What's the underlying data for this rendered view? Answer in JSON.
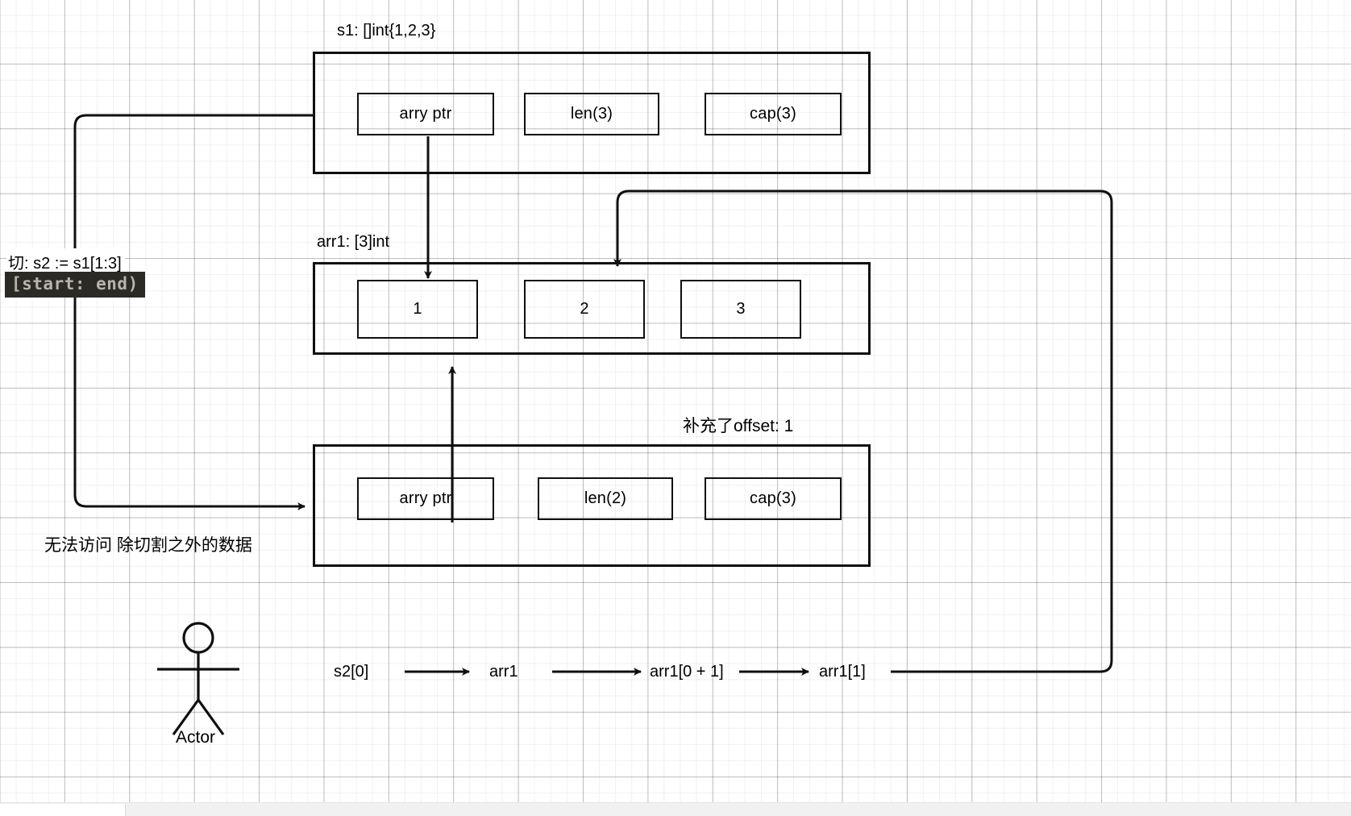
{
  "diagram": {
    "title_labels": {
      "s1": "s1: []int{1,2,3}",
      "arr1": "arr1: [3]int",
      "offset_note": "补充了offset: 1"
    },
    "slice_note": {
      "line1": "切:  s2 := s1[1:3]",
      "line2": "[start: end)"
    },
    "access_note": "无法访问 除切割之外的数据",
    "s1_struct": {
      "name": "s1",
      "fields": [
        {
          "label": "arry ptr",
          "name": "arry-ptr"
        },
        {
          "label": "len(3)",
          "name": "len"
        },
        {
          "label": "cap(3)",
          "name": "cap"
        }
      ]
    },
    "arr1_array": {
      "name": "arr1",
      "elements": [
        {
          "label": "1",
          "index": "0"
        },
        {
          "label": "2",
          "index": "1"
        },
        {
          "label": "3",
          "index": "2"
        }
      ]
    },
    "s2_struct": {
      "name": "s2",
      "fields": [
        {
          "label": "arry ptr",
          "name": "arry-ptr"
        },
        {
          "label": "len(2)",
          "name": "len"
        },
        {
          "label": "cap(3)",
          "name": "cap"
        }
      ]
    },
    "deref_chain": [
      "s2[0]",
      "arr1",
      "arr1[0 + 1]",
      "arr1[1]"
    ],
    "actor": {
      "label": "Actor"
    },
    "colors": {
      "stroke": "#0f0f0f",
      "text": "#000000",
      "chip_background": "#2b2a26",
      "chip_text": "#b8b4ab",
      "grid_minor": "#f0f0f0",
      "grid_major": "#c8c8c8",
      "canvas": "#ffffff"
    }
  }
}
